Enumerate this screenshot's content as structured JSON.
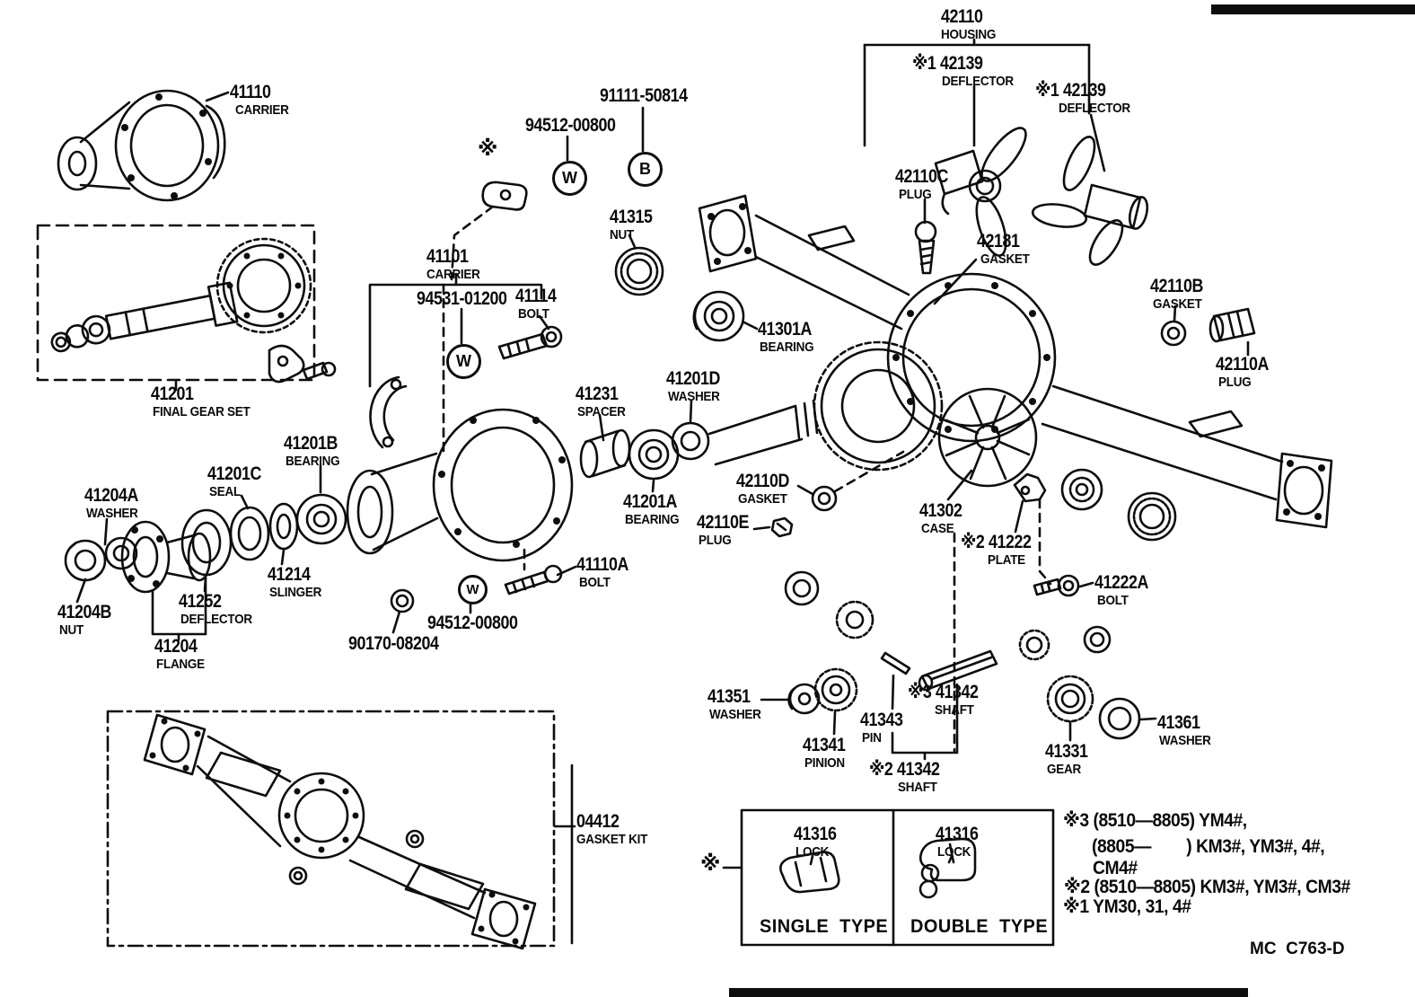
{
  "page": {
    "title": "Rear axle housing and differential exploded parts diagram"
  },
  "labels": {
    "carrier_top": {
      "num": "41110",
      "name": "CARRIER"
    },
    "housing": {
      "num": "42110",
      "name": "HOUSING"
    },
    "deflector_a": {
      "num": "※1 42139",
      "name": "DEFLECTOR"
    },
    "deflector_b": {
      "num": "※1 42139",
      "name": "DEFLECTOR"
    },
    "plug_c": {
      "num": "42110C",
      "name": "PLUG"
    },
    "bolt_91111": {
      "num": "91111-50814",
      "name": ""
    },
    "washer_94512_top": {
      "num": "94512-00800",
      "name": ""
    },
    "nut_41315": {
      "num": "41315",
      "name": "NUT"
    },
    "carrier_mid": {
      "num": "41101",
      "name": "CARRIER"
    },
    "washer_94531": {
      "num": "94531-01200",
      "name": ""
    },
    "bolt_41114": {
      "num": "41114",
      "name": "BOLT"
    },
    "gasket_42181": {
      "num": "42181",
      "name": "GASKET"
    },
    "gasket_b": {
      "num": "42110B",
      "name": "GASKET"
    },
    "plug_a": {
      "num": "42110A",
      "name": "PLUG"
    },
    "bearing_41301a": {
      "num": "41301A",
      "name": "BEARING"
    },
    "spacer_41231": {
      "num": "41231",
      "name": "SPACER"
    },
    "washer_41201d": {
      "num": "41201D",
      "name": "WASHER"
    },
    "bearing_41201a": {
      "num": "41201A",
      "name": "BEARING"
    },
    "final_gear_set": {
      "num": "41201",
      "name": "FINAL GEAR SET"
    },
    "bearing_41201b": {
      "num": "41201B",
      "name": "BEARING"
    },
    "seal_41201c": {
      "num": "41201C",
      "name": "SEAL"
    },
    "washer_41204a": {
      "num": "41204A",
      "name": "WASHER"
    },
    "nut_41204b": {
      "num": "41204B",
      "name": "NUT"
    },
    "deflector_41252": {
      "num": "41252",
      "name": "DEFLECTOR"
    },
    "flange_41204": {
      "num": "41204",
      "name": "FLANGE"
    },
    "slinger_41214": {
      "num": "41214",
      "name": "SLINGER"
    },
    "bolt_41110a": {
      "num": "41110A",
      "name": "BOLT"
    },
    "washer_94512_mid": {
      "num": "94512-00800",
      "name": ""
    },
    "nut_90170": {
      "num": "90170-08204",
      "name": ""
    },
    "gasket_42110d": {
      "num": "42110D",
      "name": "GASKET"
    },
    "plug_42110e": {
      "num": "42110E",
      "name": "PLUG"
    },
    "case_41302": {
      "num": "41302",
      "name": "CASE"
    },
    "plate_41222": {
      "num": "※2 41222",
      "name": "PLATE"
    },
    "bolt_41222a": {
      "num": "41222A",
      "name": "BOLT"
    },
    "washer_41351": {
      "num": "41351",
      "name": "WASHER"
    },
    "pinion_41341": {
      "num": "41341",
      "name": "PINION"
    },
    "pin_41343": {
      "num": "41343",
      "name": "PIN"
    },
    "shaft_41342_3": {
      "num": "※3 41342",
      "name": "SHAFT"
    },
    "shaft_41342_2": {
      "num": "※2 41342",
      "name": "SHAFT"
    },
    "gear_41331": {
      "num": "41331",
      "name": "GEAR"
    },
    "washer_41361": {
      "num": "41361",
      "name": "WASHER"
    },
    "gasket_kit": {
      "num": "04412",
      "name": "GASKET KIT"
    }
  },
  "symbols": {
    "w": "W",
    "b": "B",
    "asterisk": "※"
  },
  "table": {
    "left_part": {
      "num": "41316",
      "name": "LOCK"
    },
    "right_part": {
      "num": "41316",
      "name": "LOCK"
    },
    "left_caption": "SINGLE  TYPE",
    "right_caption": "DOUBLE  TYPE"
  },
  "notes": {
    "line1": "※3 (8510—8805) YM4#,",
    "line2": "(8805—        ) KM3#, YM3#, 4#,",
    "line3": "CM4#",
    "line4": "※2 (8510—8805) KM3#, YM3#, CM3#",
    "line5": "※1 YM30, 31, 4#"
  },
  "footer": {
    "code": "MC  C763-D"
  }
}
